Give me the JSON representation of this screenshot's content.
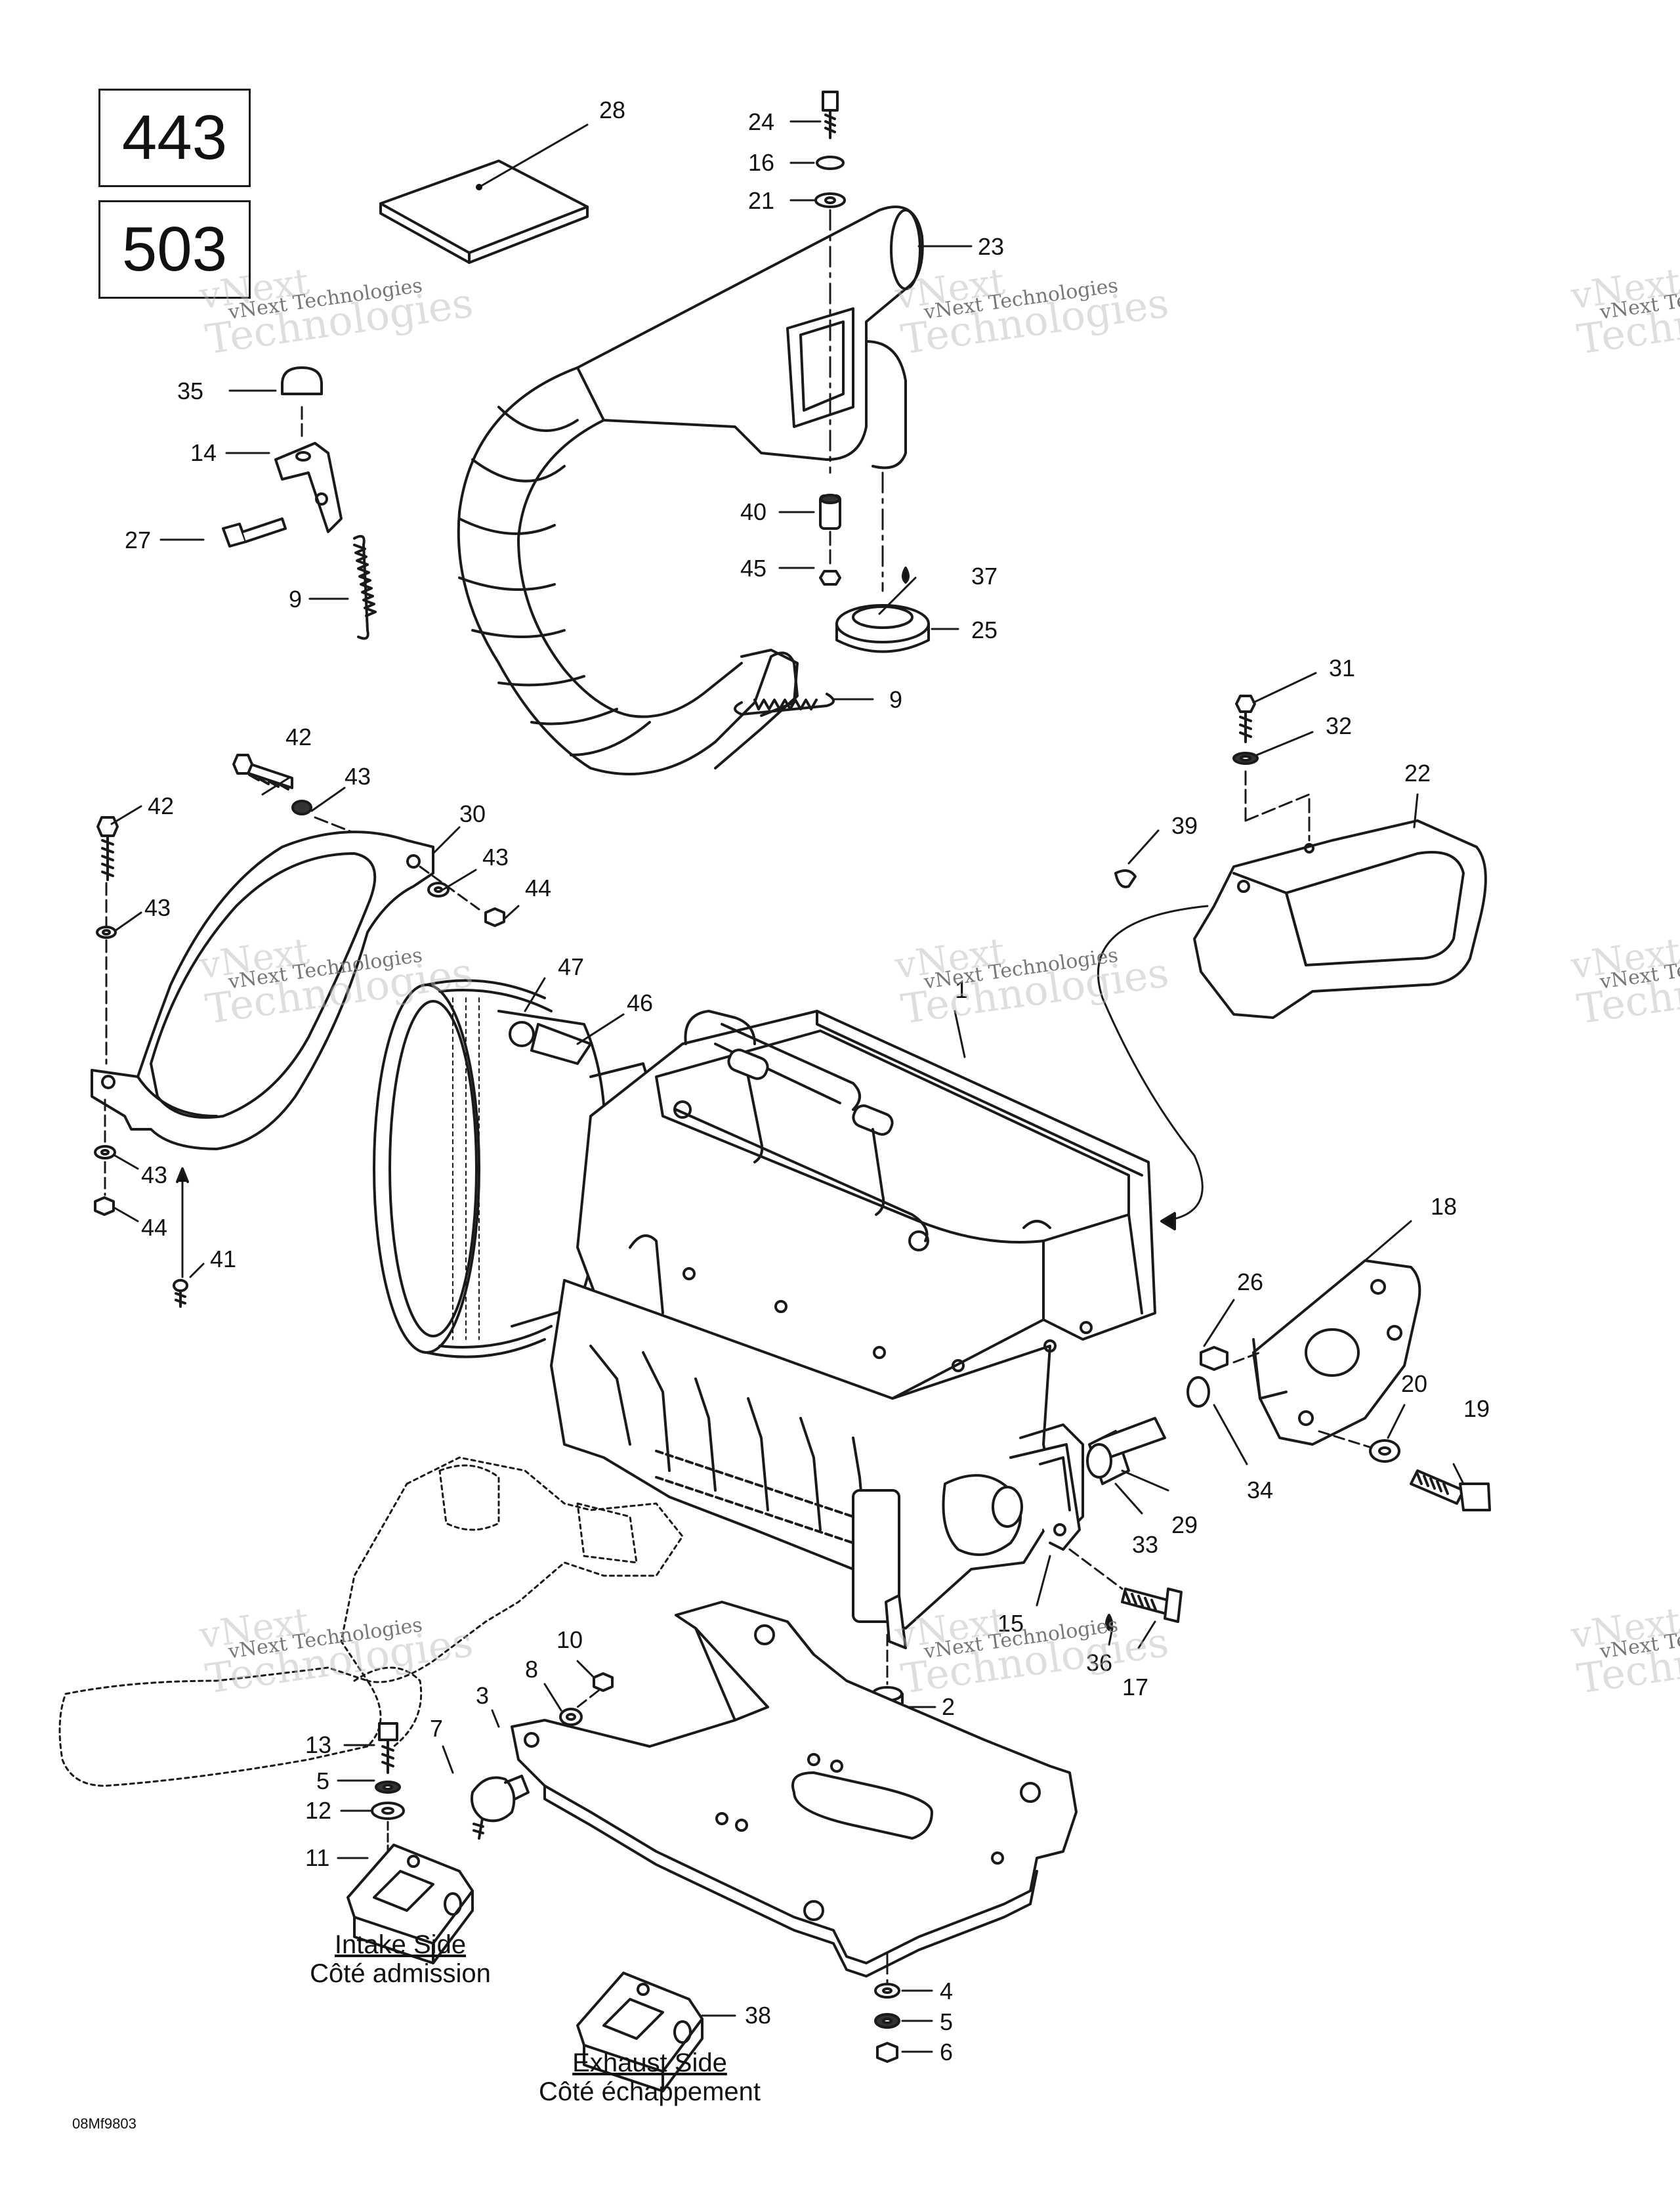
{
  "models": [
    "443",
    "503"
  ],
  "watermark": {
    "line1": "vNext",
    "line2": "vNext Technologies",
    "line3": "Technologies"
  },
  "callouts": [
    "28",
    "24",
    "16",
    "21",
    "23",
    "35",
    "14",
    "27",
    "9",
    "40",
    "45",
    "37",
    "25",
    "9",
    "31",
    "32",
    "22",
    "39",
    "42",
    "43",
    "42",
    "30",
    "43",
    "44",
    "43",
    "47",
    "46",
    "1",
    "18",
    "26",
    "20",
    "19",
    "34",
    "33",
    "29",
    "15",
    "36",
    "17",
    "2",
    "10",
    "8",
    "3",
    "7",
    "13",
    "5",
    "12",
    "11",
    "4",
    "5",
    "6",
    "38",
    "43",
    "44",
    "41"
  ],
  "captions": {
    "intake_en": "Intake Side",
    "intake_fr": "Côté admission",
    "exhaust_en": "Exhaust Side",
    "exhaust_fr": "Côté échappement"
  },
  "drawing_code": "08Mf9803"
}
